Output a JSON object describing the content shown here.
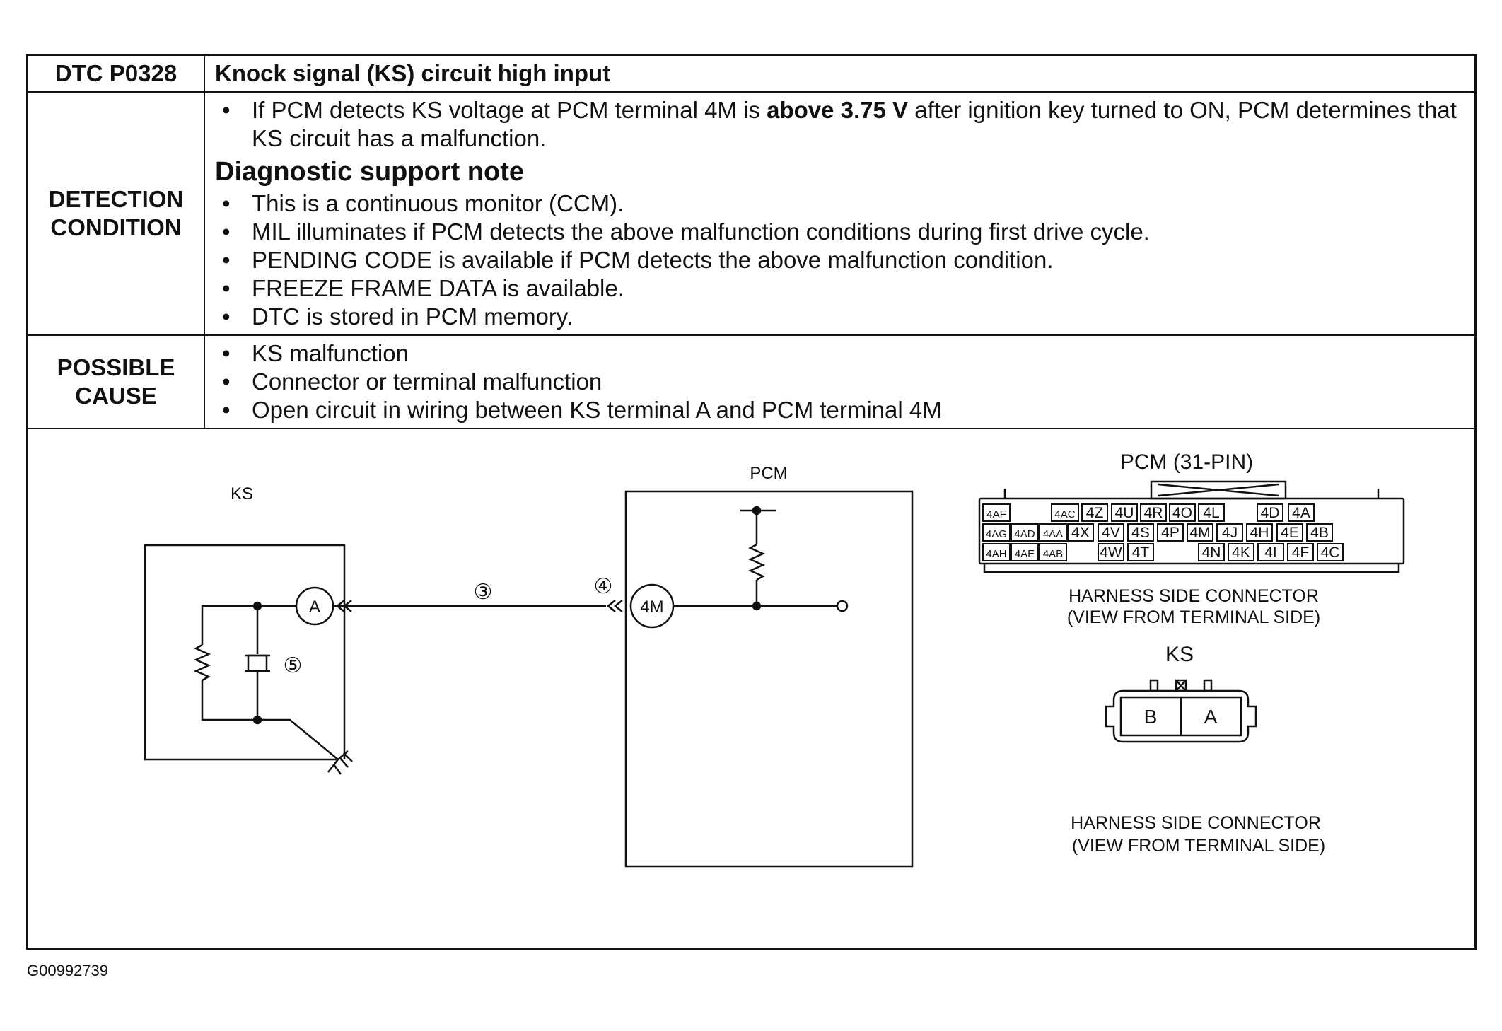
{
  "header": {
    "code": "DTC P0328",
    "title": "Knock signal (KS) circuit high input"
  },
  "detection": {
    "label_line1": "DETECTION",
    "label_line2": "CONDITION",
    "bullet1_pre": "If PCM detects KS voltage at PCM terminal 4M is ",
    "bullet1_bold": "above 3.75 V",
    "bullet1_post": " after ignition key turned to ON, PCM determines that KS circuit has a malfunction.",
    "support_heading": "Diagnostic support note",
    "notes": [
      "This is a continuous monitor (CCM).",
      "MIL illuminates if PCM detects the above malfunction conditions during first drive cycle.",
      "PENDING CODE is available if PCM detects the above malfunction condition.",
      "FREEZE FRAME DATA is available.",
      "DTC is stored in PCM memory."
    ]
  },
  "possible_cause": {
    "label_line1": "POSSIBLE",
    "label_line2": "CAUSE",
    "items": [
      "KS malfunction",
      "Connector or terminal malfunction",
      "Open circuit in wiring between KS terminal A and PCM terminal 4M"
    ]
  },
  "diagram": {
    "ks_label": "KS",
    "pcm_label": "PCM",
    "terminal_a": "A",
    "terminal_4m": "4M",
    "marker_3": "③",
    "marker_4": "④",
    "marker_5": "⑤",
    "pcm_connector_title": "PCM (31-PIN)",
    "pcm_pins": [
      [
        "4AF",
        "4AC",
        "4Z",
        "4U",
        "4R",
        "4O",
        "4L",
        "4D",
        "4A"
      ],
      [
        "4AG",
        "4AD",
        "4AA",
        "4X",
        "4V",
        "4S",
        "4P",
        "4M",
        "4J",
        "4H",
        "4E",
        "4B"
      ],
      [
        "4AH",
        "4AE",
        "4AB",
        "4W",
        "4T",
        "4N",
        "4K",
        "4I",
        "4F",
        "4C"
      ]
    ],
    "pcm_caption_line1": "HARNESS SIDE CONNECTOR",
    "pcm_caption_line2": "(VIEW FROM TERMINAL SIDE)",
    "ks_connector_title": "KS",
    "ks_pins": [
      "B",
      "A"
    ],
    "ks_caption_line1": "HARNESS SIDE CONNECTOR",
    "ks_caption_line2": "(VIEW FROM TERMINAL SIDE)"
  },
  "figure_id": "G00992739"
}
